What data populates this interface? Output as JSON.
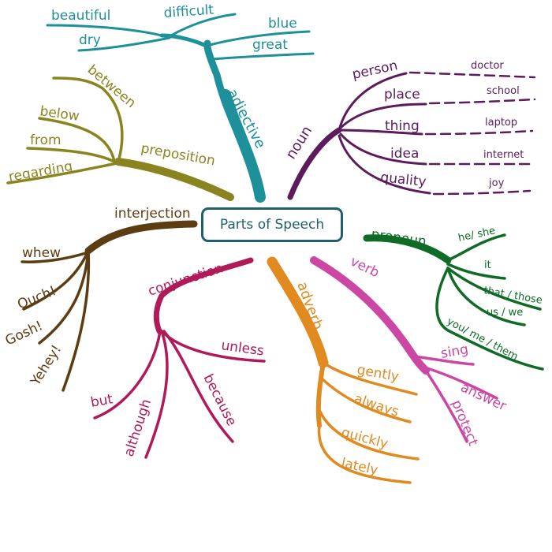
{
  "center": {
    "title": "Parts of Speech"
  },
  "colors": {
    "adjective": "#1e9099",
    "noun": "#5c1c5c",
    "preposition": "#8a8420",
    "interjection": "#5c3d12",
    "conjunction": "#b01a58",
    "adverb": "#e08a20",
    "verb": "#cc47a4",
    "pronoun": "#0f6b26",
    "center_border": "#1f5f6e"
  },
  "branches": {
    "adjective": {
      "label": "adjective",
      "words": [
        "beautiful",
        "difficult",
        "dry",
        "blue",
        "great"
      ]
    },
    "noun": {
      "label": "noun",
      "words": [
        "person",
        "place",
        "thing",
        "idea",
        "quality"
      ],
      "examples": [
        "doctor",
        "school",
        "laptop",
        "internet",
        "joy"
      ]
    },
    "preposition": {
      "label": "preposition",
      "words": [
        "between",
        "below",
        "from",
        "regarding"
      ]
    },
    "interjection": {
      "label": "interjection",
      "words": [
        "whew",
        "Ouch!",
        "Gosh!",
        "Yehey!"
      ]
    },
    "conjunction": {
      "label": "conjunction",
      "words": [
        "but",
        "although",
        "because",
        "unless"
      ]
    },
    "adverb": {
      "label": "adverb",
      "words": [
        "gently",
        "always",
        "quickly",
        "lately"
      ]
    },
    "verb": {
      "label": "verb",
      "words": [
        "sing",
        "answer",
        "protect"
      ]
    },
    "pronoun": {
      "label": "pronoun",
      "words": [
        "he/ she",
        "it",
        "that / those",
        "us / we",
        "you/ me / them"
      ]
    }
  }
}
